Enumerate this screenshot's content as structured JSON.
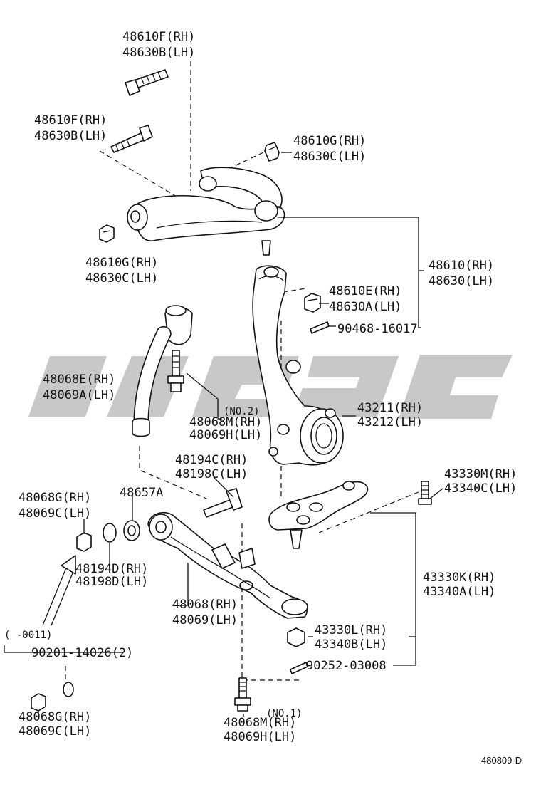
{
  "labels": {
    "upper_bolt_top": [
      "48610F(RH)",
      "48630B(LH)"
    ],
    "upper_bolt_left": [
      "48610F(RH)",
      "48630B(LH)"
    ],
    "upper_nut_right": [
      "48610G(RH)",
      "48630C(LH)"
    ],
    "upper_nut_left": [
      "48610G(RH)",
      "48630C(LH)"
    ],
    "upper_arm_assy": [
      "48610(RH)",
      "48630(LH)"
    ],
    "upper_balljoint_nut": [
      "48610E(RH)",
      "48630A(LH)"
    ],
    "cotter_pin_upper": "90468-16017",
    "strut_bar": [
      "48068E(RH)",
      "48069A(LH)"
    ],
    "bolt_no2_note": "(NO.2)",
    "bolt_no2": [
      "48068M(RH)",
      "48069H(LH)"
    ],
    "knuckle": [
      "43211(RH)",
      "43212(LH)"
    ],
    "bolt_48194c": [
      "48194C(RH)",
      "48198C(LH)"
    ],
    "cushion": "48657A",
    "nut_48068g_upper": [
      "48068G(RH)",
      "48069C(LH)"
    ],
    "lower_bolt_right": [
      "43330M(RH)",
      "43340C(LH)"
    ],
    "washer_48194d": [
      "48194D(RH)",
      "48198D(LH)"
    ],
    "lower_balljoint": [
      "43330K(RH)",
      "43340A(LH)"
    ],
    "lower_arm": [
      "48068(RH)",
      "48069(LH)"
    ],
    "lower_balljoint_nut": [
      "43330L(RH)",
      "43340B(LH)"
    ],
    "range_note": "(    -0011)",
    "nut_90201": "90201-14026(2)",
    "cotter_pin_lower": "90252-03008",
    "bolt_no1_note": "(NO.1)",
    "bolt_no1": [
      "48068M(RH)",
      "48069H(LH)"
    ],
    "nut_48068g_lower": [
      "48068G(RH)",
      "48069C(LH)"
    ]
  },
  "figure_code": "480809-D",
  "colors": {
    "line": "#111111",
    "watermark": "#9a9a9a"
  }
}
